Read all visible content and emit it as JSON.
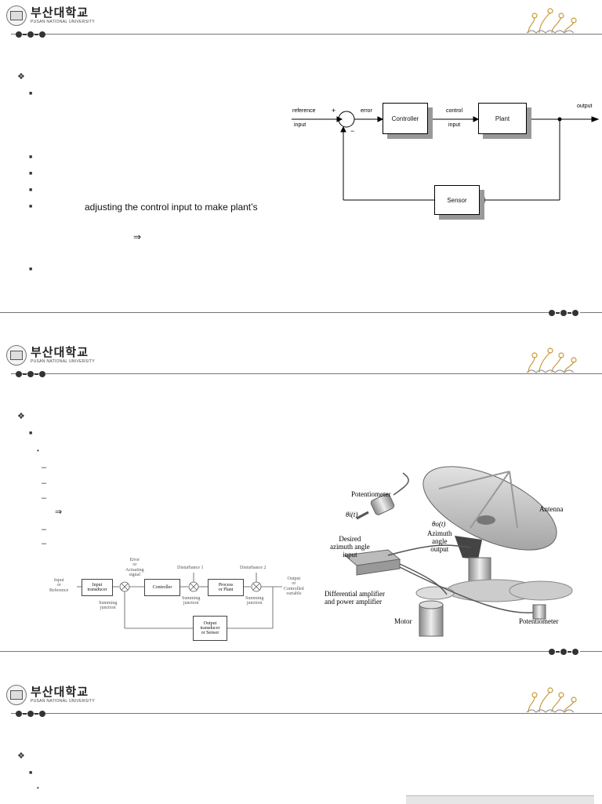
{
  "header": {
    "logo_ko": "부산대학교",
    "logo_en": "PUSAN NATIONAL UNIVERSITY"
  },
  "slide1": {
    "body_line": "adjusting the control input to make plant’s",
    "arrow": "⇒",
    "diagram": {
      "reference_label": "reference",
      "input_label": "input",
      "plus_sign": "+",
      "minus_sign": "−",
      "error_label": "error",
      "controller": "Controller",
      "control_label": "control",
      "control_input_label": "input",
      "plant": "Plant",
      "output_label": "output",
      "sensor": "Sensor"
    }
  },
  "slide2": {
    "arrow": "⇒",
    "block_diagram": {
      "input_label": "Input\nor\nReference",
      "input_transducer": "Input\ntransducer",
      "error_label": "Error\nor\nActuating\nsignal",
      "summing_junction": "Summing\njunction",
      "controller": "Controller",
      "disturbance1": "Disturbance 1",
      "process": "Process\nor Plant",
      "disturbance2": "Disturbance 2",
      "output_label": "Output\nor\nControlled\nvariable",
      "output_transducer": "Output\ntransducer\nor Sensor"
    },
    "antenna": {
      "potentiometer_top": "Potentiometer",
      "theta_i": "θi(t)",
      "desired_label": "Desired\nazimuth angle\ninput",
      "theta_o": "θo(t)",
      "azimuth_label": "Azimuth\nangle\noutput",
      "antenna": "Antenna",
      "amp_label": "Differential amplifier\nand power amplifier",
      "motor": "Motor",
      "potentiometer_bottom": "Potentiometer"
    }
  },
  "colors": {
    "line": "#777777",
    "dot": "#333333",
    "shadow": "#999999",
    "leaf": "#c89a3a"
  },
  "icons": {
    "bullet_main": "diamond-bullet-icon",
    "bullet_sub": "square-bullet-icon",
    "decor": "sprout-decoration-icon"
  }
}
